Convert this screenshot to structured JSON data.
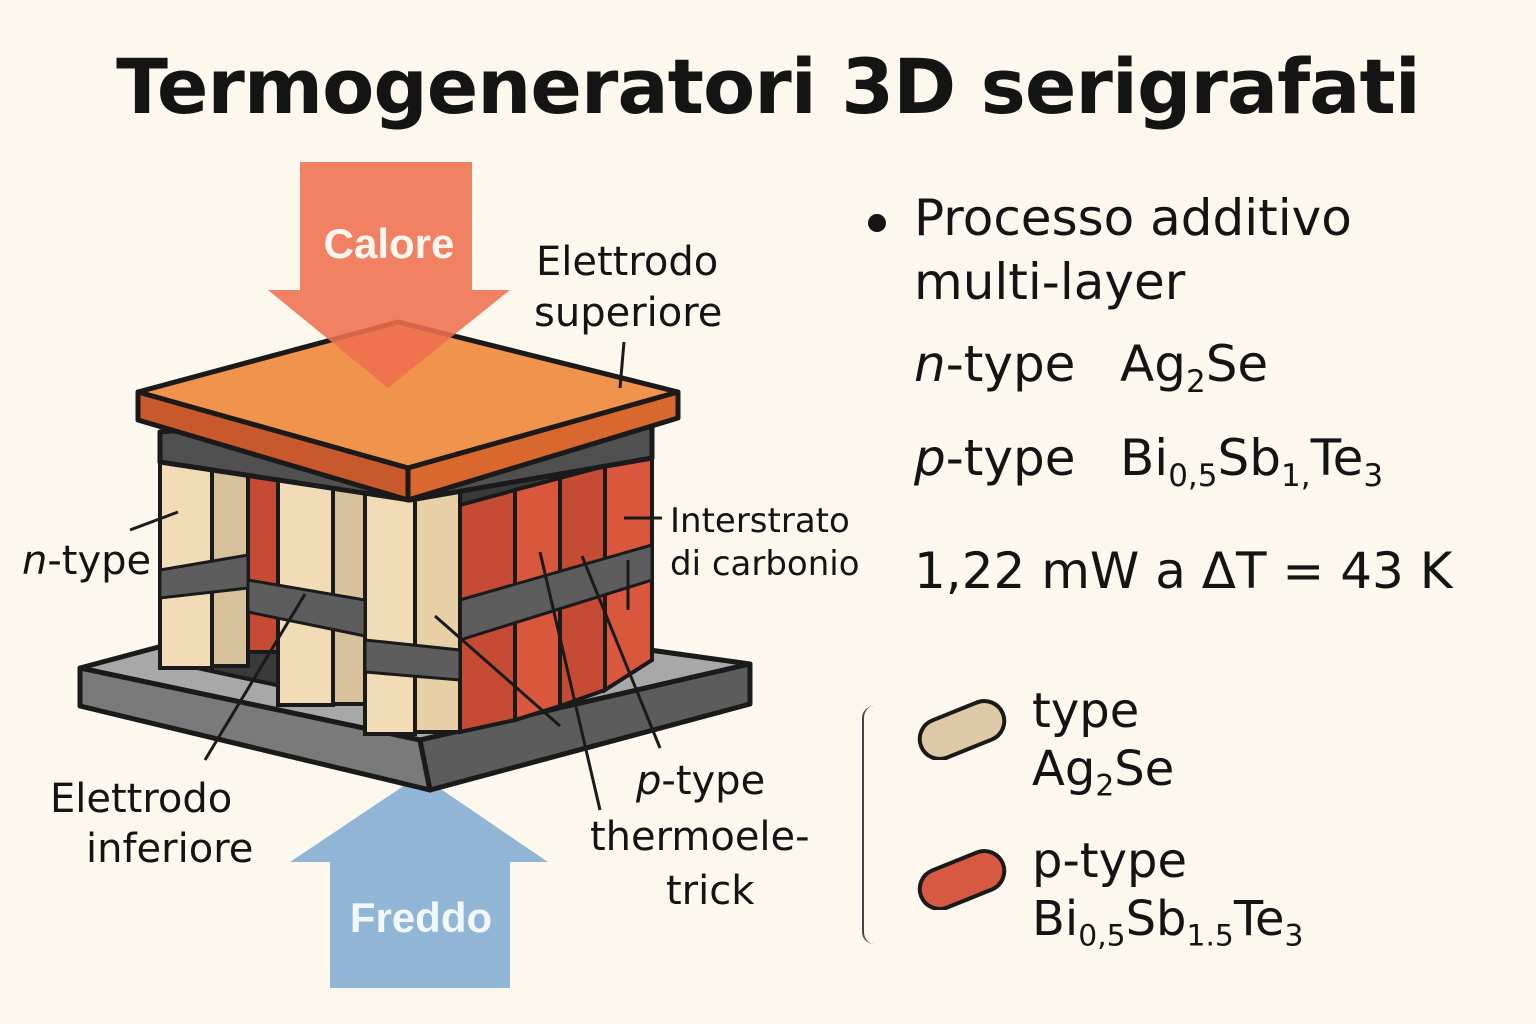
{
  "title": "Termogeneratori 3D serigrafati",
  "arrows": {
    "heat": "Calore",
    "cold": "Freddo"
  },
  "labels": {
    "top_electrode_line1": "Elettrodo",
    "top_electrode_line2": "superiore",
    "interlayer_line1": "Interstrato",
    "interlayer_line2": "di carbonio",
    "n_type_italic": "n",
    "n_type_rest": "-type",
    "bottom_electrode_line1": "Elettrodo",
    "bottom_electrode_line2": "inferiore",
    "p_type_italic": "p",
    "p_type_rest": "-type",
    "p_type_line2": "thermoele-",
    "p_type_line3": "trick"
  },
  "info": {
    "bullet_line1": "Processo additivo",
    "bullet_line2": "multi-layer",
    "n_material": {
      "prefix": "n",
      "suffix": "-type",
      "base": "Ag",
      "sub": "2",
      "tail": "Se"
    },
    "p_material": {
      "prefix": "p",
      "suffix": "-type",
      "el1": "Bi",
      "sub1": "0,5",
      "el2": "Sb",
      "sub2": "1,",
      "el3": "Te",
      "sub3": "3"
    },
    "power": "1,22 mW a ΔT = 43 K"
  },
  "legend": {
    "n_line1": "type",
    "n_base": "Ag",
    "n_sub": "2",
    "n_tail": "Se",
    "p_line1": "p-type",
    "p_el1": "Bi",
    "p_sub1": "0,5",
    "p_el2": "Sb",
    "p_sub2": "1.5",
    "p_el3": "Te",
    "p_sub3": "3"
  },
  "colors": {
    "background": "#fcf8ee",
    "heat_arrow": "#ee6f4f",
    "cold_arrow": "#7ea9cf",
    "top_electrode": "#f0934d",
    "n_leg": "#f1dcb7",
    "p_leg": "#cf5139",
    "interlayer": "#5d5d5d",
    "base_plate": "#8d8d8d"
  }
}
